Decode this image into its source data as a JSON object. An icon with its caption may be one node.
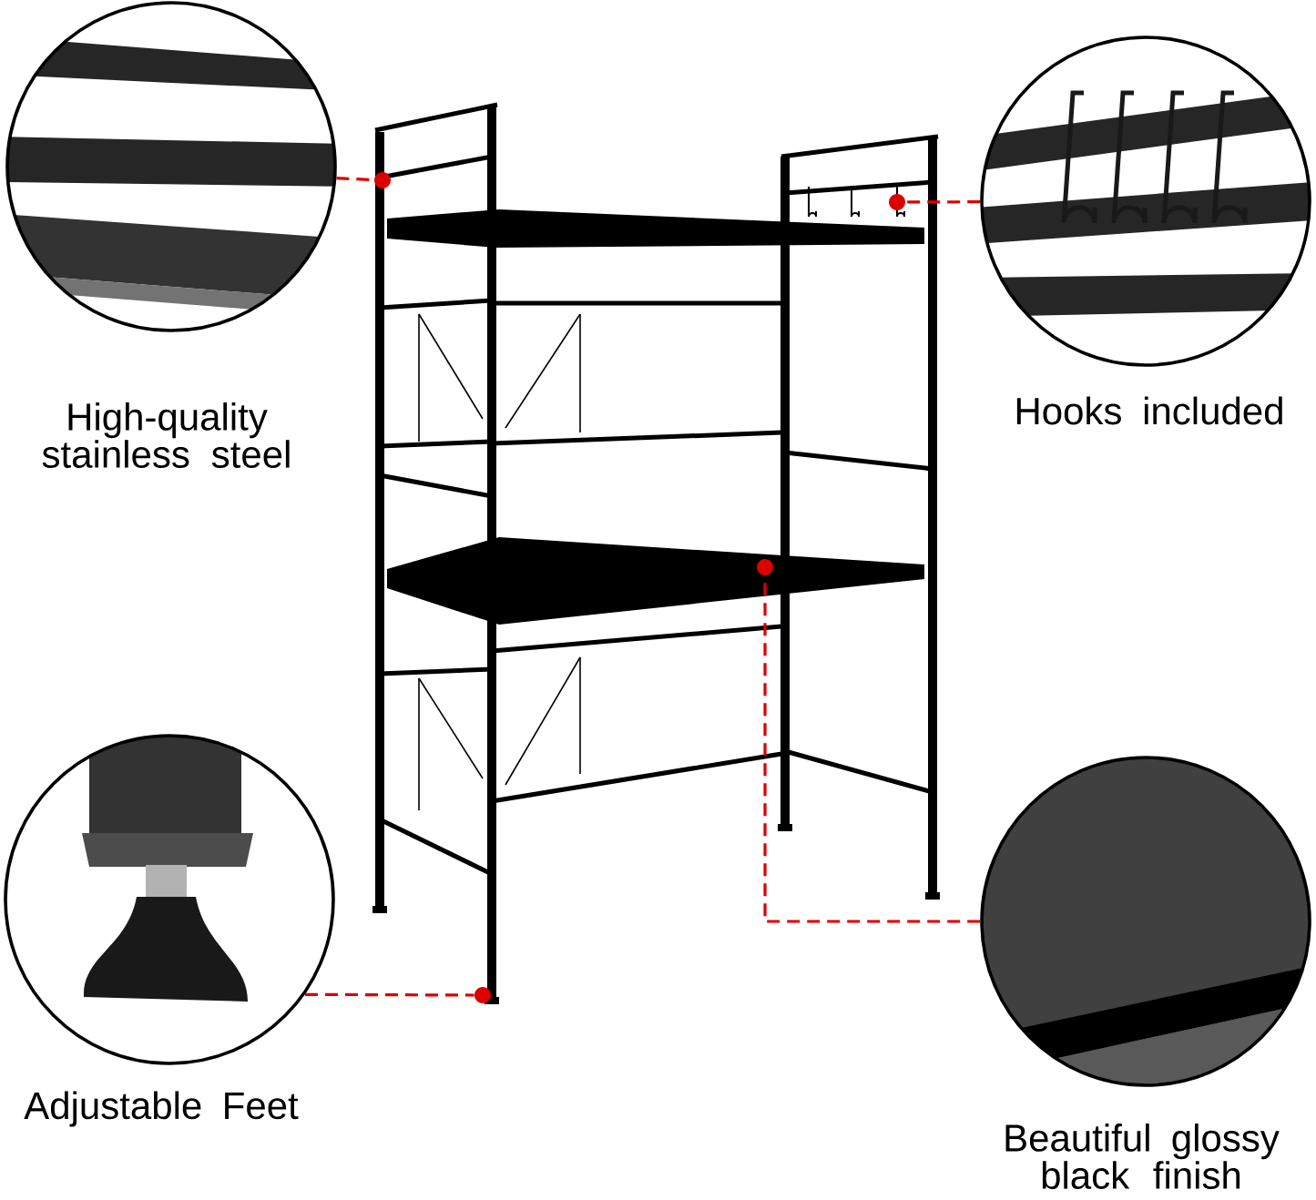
{
  "diagram": {
    "nodes": [
      {
        "text": [],
        "shape": "picture",
        "beside": [
          "High-quality stainless steel"
        ]
      },
      {
        "text": [],
        "shape": "picture",
        "beside": [
          "Hooks included"
        ]
      },
      {
        "text": [],
        "shape": "picture",
        "beside": [
          "Adjustable Feet"
        ]
      },
      {
        "text": [],
        "shape": "picture",
        "beside": [
          "Beautiful glossy black finish"
        ]
      },
      {
        "text": [],
        "shape": "picture"
      },
      {
        "text": [],
        "shape": "circle",
        "in": 4
      },
      {
        "text": [],
        "shape": "circle",
        "in": 4
      },
      {
        "text": [],
        "shape": "circle",
        "in": 4
      },
      {
        "text": [],
        "shape": "circle",
        "in": 4
      }
    ],
    "edges": [
      {
        "from": 0,
        "to": 5,
        "arrow": "none",
        "style": "dashed"
      },
      {
        "from": 1,
        "to": 6,
        "arrow": "none",
        "style": "dashed"
      },
      {
        "from": 2,
        "to": 7,
        "arrow": "none",
        "style": "dashed"
      },
      {
        "from": 3,
        "to": 8,
        "arrow": "none",
        "style": "dashed"
      }
    ]
  }
}
